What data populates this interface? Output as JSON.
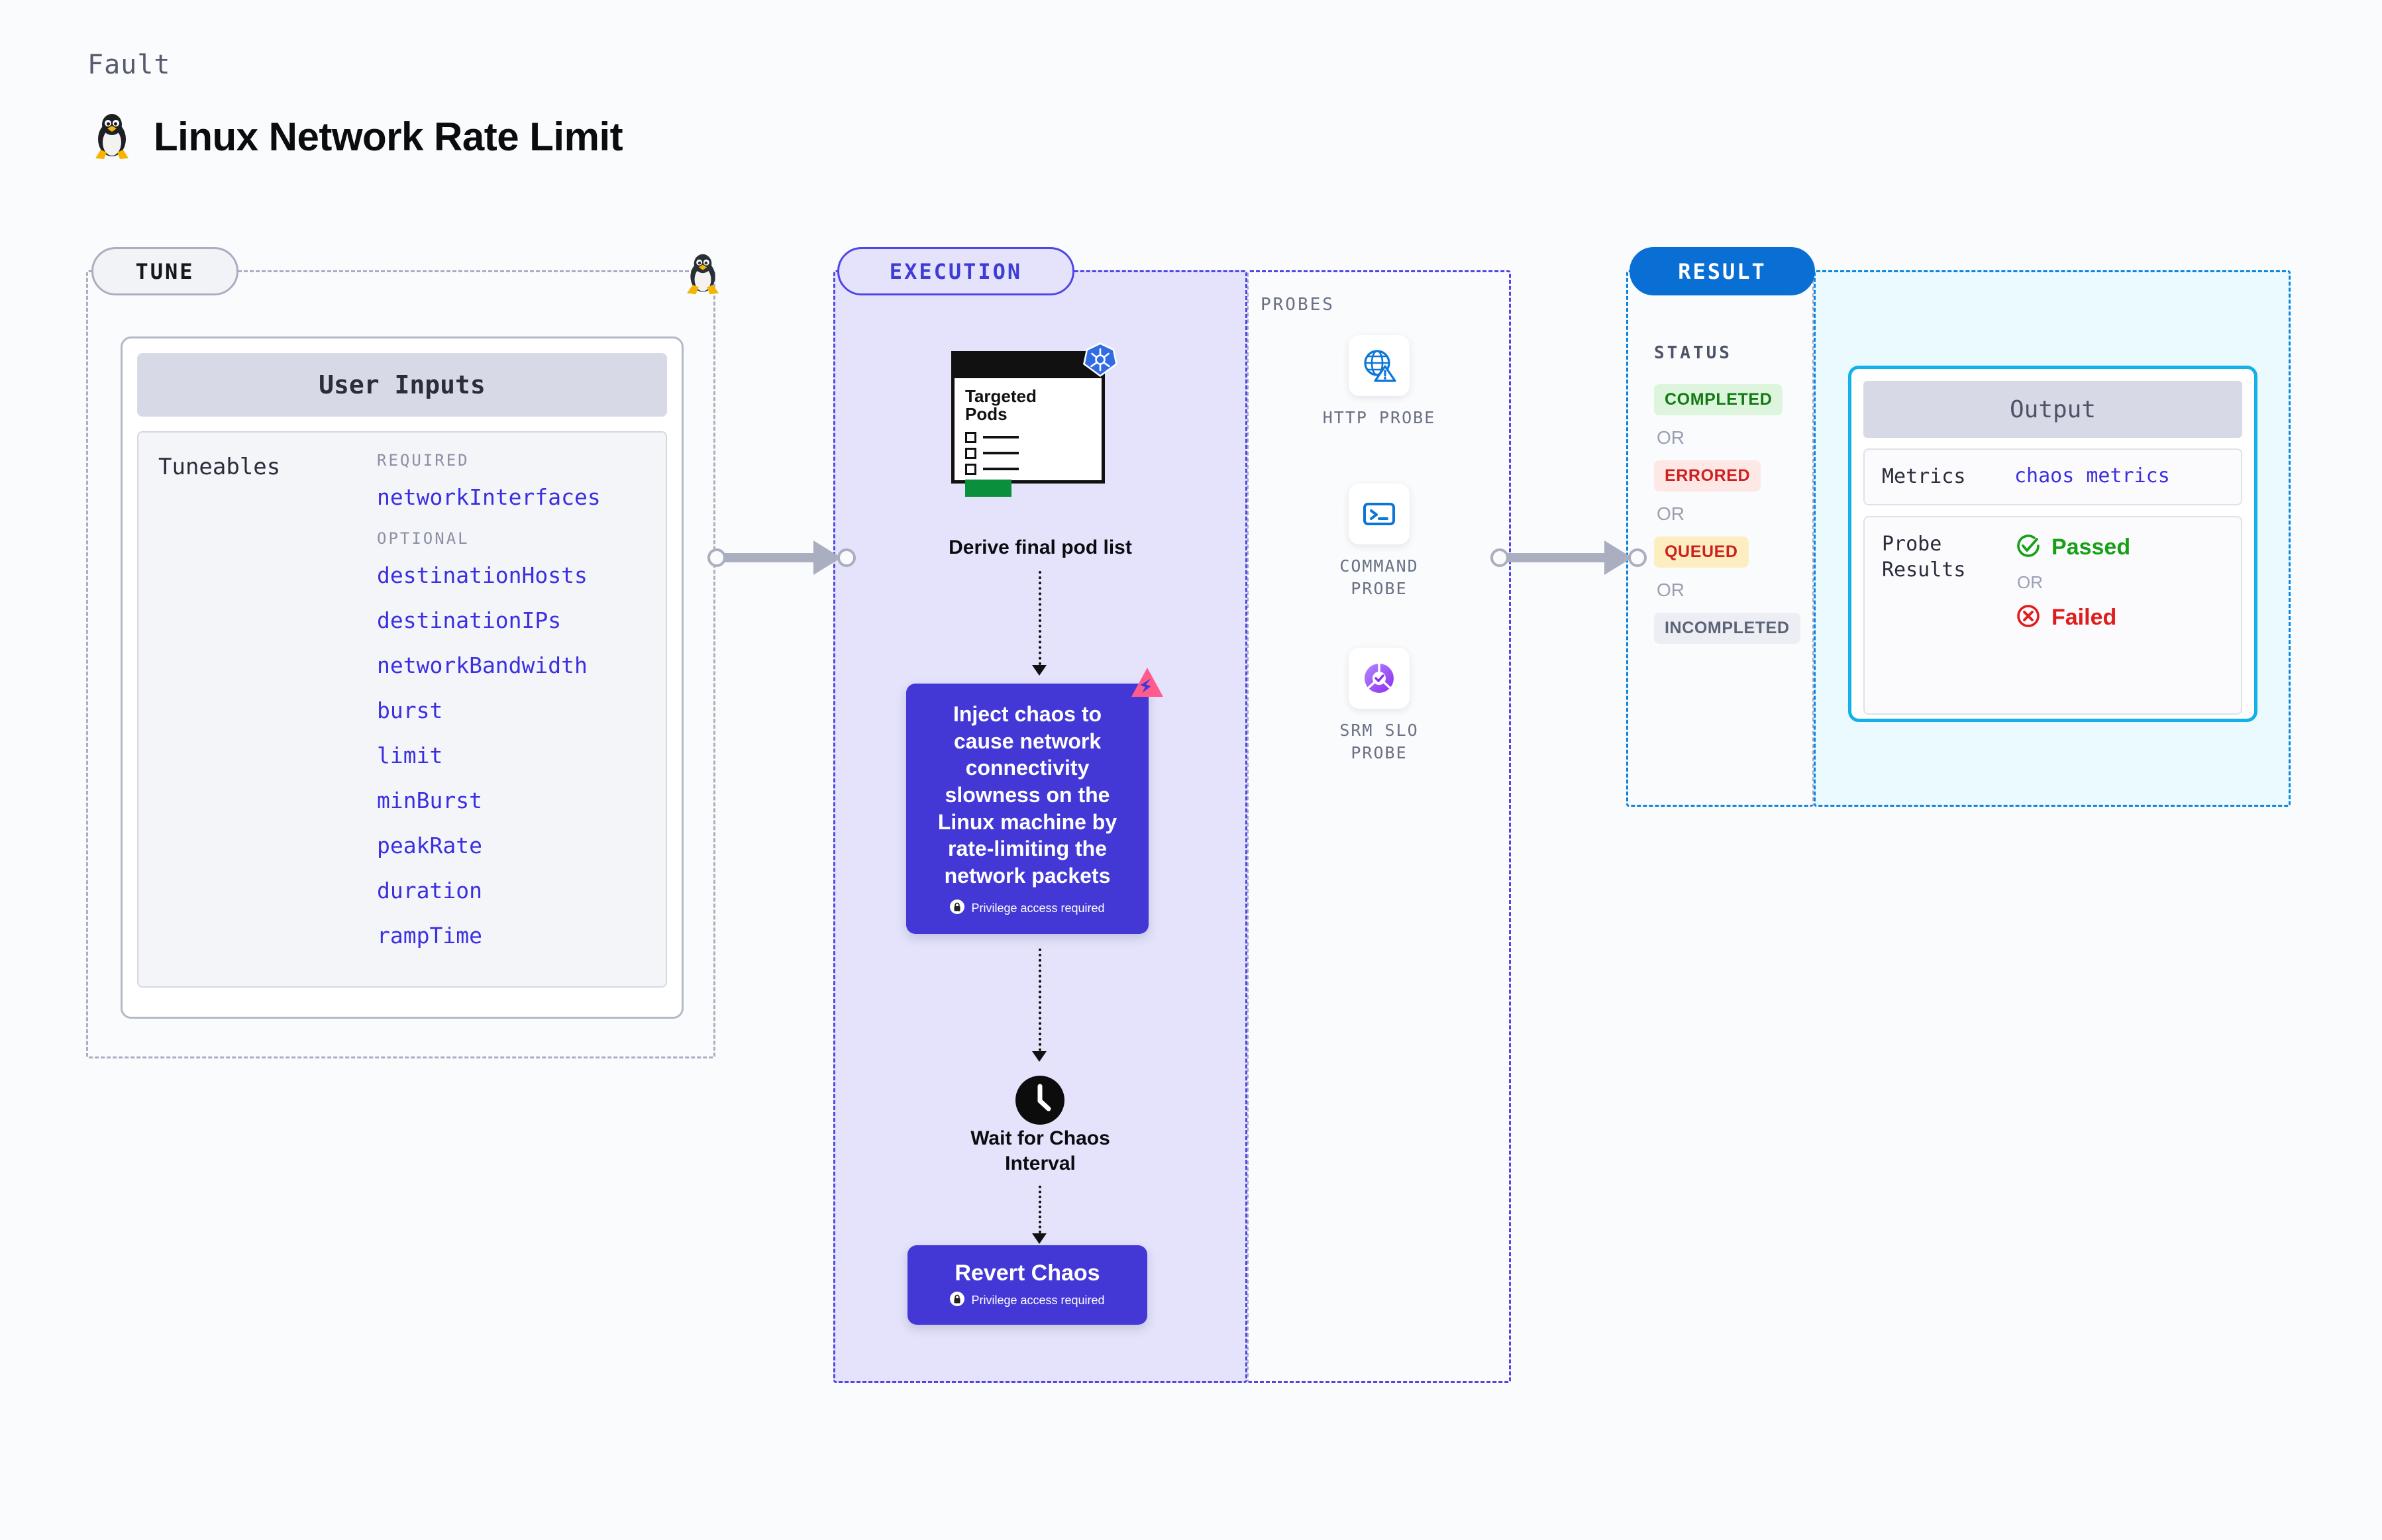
{
  "header": {
    "kicker": "Fault",
    "title": "Linux Network Rate Limit",
    "icon": "linux-tux-icon"
  },
  "stages": {
    "tune": {
      "badge": "TUNE"
    },
    "execution": {
      "badge": "EXECUTION"
    },
    "result": {
      "badge": "RESULT"
    }
  },
  "tune": {
    "card_title": "User Inputs",
    "tuneables_label": "Tuneables",
    "groups": [
      {
        "title": "REQUIRED",
        "items": [
          "networkInterfaces"
        ]
      },
      {
        "title": "OPTIONAL",
        "items": [
          "destinationHosts",
          "destinationIPs",
          "networkBandwidth",
          "burst",
          "limit",
          "minBurst",
          "peakRate",
          "duration",
          "rampTime"
        ]
      }
    ]
  },
  "execution": {
    "clipboard": {
      "title_line1": "Targeted",
      "title_line2": "Pods",
      "badge_icon": "kubernetes-icon"
    },
    "derive_caption": "Derive final pod list",
    "inject": {
      "text": "Inject chaos to cause network connectivity slowness on the Linux machine by rate-limiting the network packets",
      "privilege_note": "Privilege access required",
      "lock_icon": "lock-icon",
      "corner_icon": "litmus-chaos-icon"
    },
    "wait": {
      "icon": "clock-icon",
      "caption_line1": "Wait for Chaos",
      "caption_line2": "Interval"
    },
    "revert": {
      "title": "Revert Chaos",
      "privilege_note": "Privilege access required",
      "lock_icon": "lock-icon"
    }
  },
  "probes": {
    "section_label": "PROBES",
    "items": [
      {
        "name_line1": "HTTP PROBE",
        "name_line2": "",
        "icon": "globe-warning-icon"
      },
      {
        "name_line1": "COMMAND",
        "name_line2": "PROBE",
        "icon": "terminal-icon"
      },
      {
        "name_line1": "SRM SLO",
        "name_line2": "PROBE",
        "icon": "slo-donut-check-icon"
      }
    ]
  },
  "result": {
    "status_label": "STATUS",
    "or_text": "OR",
    "statuses": [
      {
        "label": "COMPLETED",
        "bg": "#dcf5dc",
        "fg": "#127a12"
      },
      {
        "label": "ERRORED",
        "bg": "#fde8e6",
        "fg": "#cf2020"
      },
      {
        "label": "QUEUED",
        "bg": "#fdeec2",
        "fg": "#cf2020"
      },
      {
        "label": "INCOMPLETED",
        "bg": "#eceef4",
        "fg": "#5c6277"
      }
    ],
    "output": {
      "title": "Output",
      "metrics_key": "Metrics",
      "metrics_value": "chaos metrics",
      "probe_key_line1": "Probe",
      "probe_key_line2": "Results",
      "passed_label": "Passed",
      "failed_label": "Failed",
      "or_text": "OR",
      "passed_icon": "check-circle-icon",
      "failed_icon": "x-circle-icon"
    }
  },
  "colors": {
    "accent_indigo": "#4338d6",
    "accent_blue": "#0a6fd4",
    "accent_cyan": "#15b0e8",
    "tune_border": "#a9aec0",
    "exec_fill": "#e4e3fb",
    "result_fill": "#eafaff",
    "mono_value": "#3b2fe0"
  }
}
